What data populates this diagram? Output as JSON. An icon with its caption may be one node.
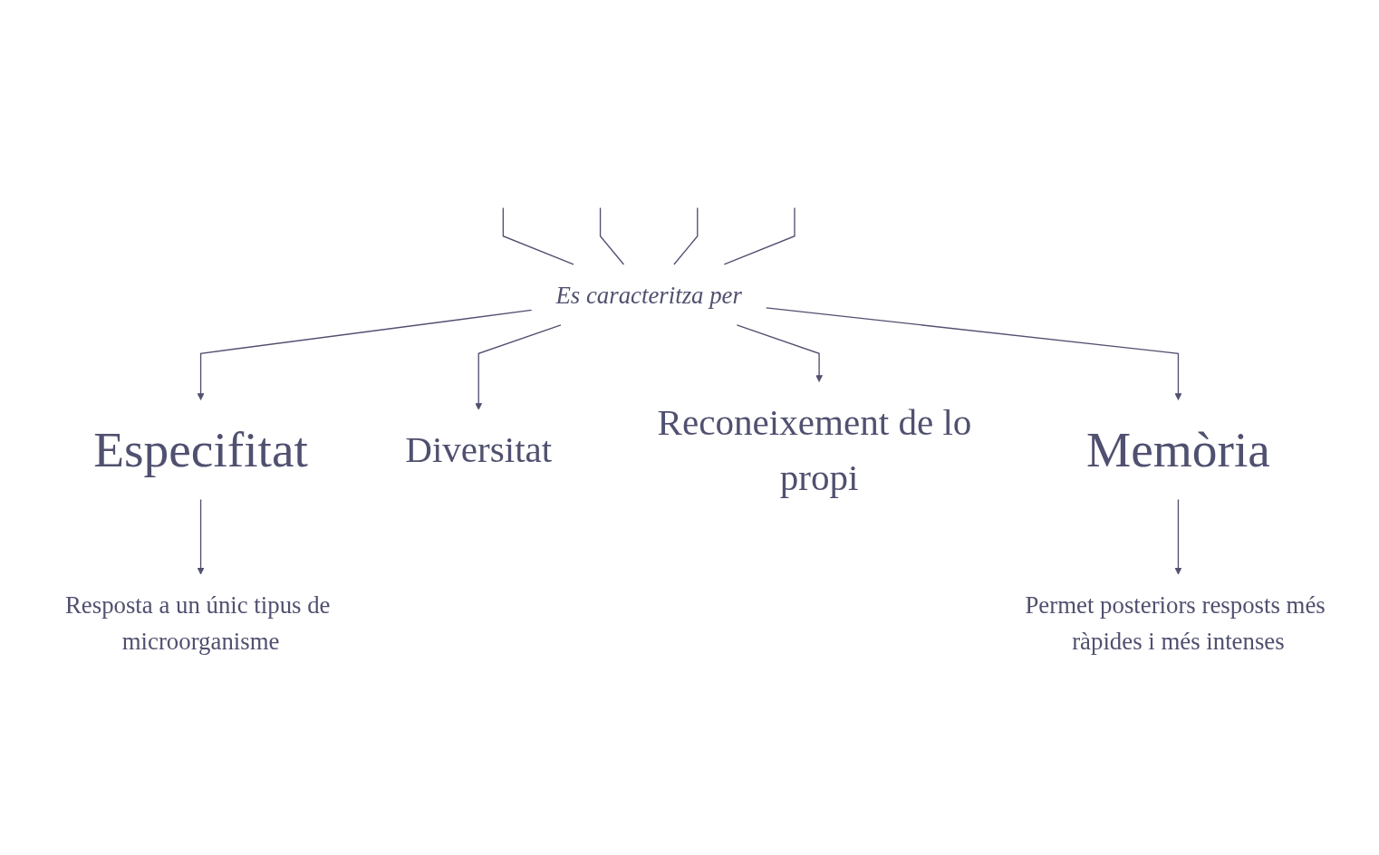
{
  "diagram": {
    "nodes": [
      {
        "text": [
          "Es caracteritza per"
        ]
      },
      {
        "text": [
          "Especifitat"
        ]
      },
      {
        "text": [
          "Resposta a un únic tipus de microorganisme"
        ]
      },
      {
        "text": [
          "Diversitat"
        ]
      },
      {
        "text": [
          "Reconeixement de lo propi"
        ]
      },
      {
        "text": [
          "Memòria"
        ]
      },
      {
        "text": [
          "Permet posteriors resposts més ràpides i més intenses"
        ]
      }
    ],
    "edges": [
      {
        "from": null,
        "to": 0,
        "arrow": "none"
      },
      {
        "from": null,
        "to": 0,
        "arrow": "none"
      },
      {
        "from": null,
        "to": 0,
        "arrow": "none"
      },
      {
        "from": null,
        "to": 0,
        "arrow": "none"
      },
      {
        "from": 0,
        "to": 1,
        "arrow": "to"
      },
      {
        "from": 0,
        "to": 3,
        "arrow": "to"
      },
      {
        "from": 0,
        "to": 4,
        "arrow": "to"
      },
      {
        "from": 0,
        "to": 5,
        "arrow": "to"
      },
      {
        "from": 1,
        "to": 2,
        "arrow": "to"
      },
      {
        "from": 5,
        "to": 6,
        "arrow": "to"
      }
    ]
  }
}
